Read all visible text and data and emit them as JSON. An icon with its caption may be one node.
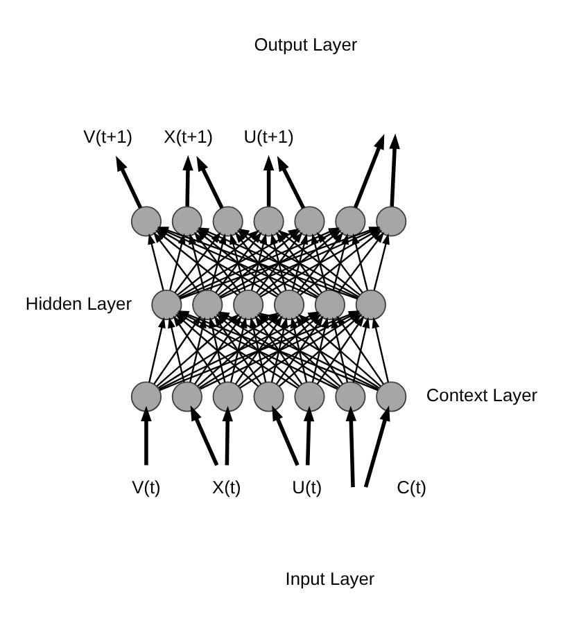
{
  "diagram": {
    "nodes": [
      {
        "text": [
          "V(t+1)"
        ]
      },
      {
        "text": [
          "X(t+1)"
        ]
      },
      {
        "text": [
          "U(t+1)"
        ]
      },
      {
        "text": [],
        "shape": "circle"
      },
      {
        "text": [],
        "shape": "circle"
      },
      {
        "text": [],
        "shape": "circle"
      },
      {
        "text": [],
        "shape": "circle"
      },
      {
        "text": [],
        "shape": "circle"
      },
      {
        "text": [],
        "shape": "circle"
      },
      {
        "text": [],
        "shape": "circle"
      },
      {
        "text": [],
        "shape": "circle"
      },
      {
        "text": [],
        "shape": "circle"
      },
      {
        "text": [],
        "shape": "circle"
      },
      {
        "text": [],
        "shape": "circle"
      },
      {
        "text": [],
        "shape": "circle"
      },
      {
        "text": [],
        "shape": "circle"
      },
      {
        "text": [],
        "shape": "circle"
      },
      {
        "text": [],
        "shape": "circle"
      },
      {
        "text": [],
        "shape": "circle"
      },
      {
        "text": [],
        "shape": "circle"
      },
      {
        "text": [],
        "shape": "circle"
      },
      {
        "text": [],
        "shape": "circle"
      },
      {
        "text": [],
        "shape": "circle"
      },
      {
        "text": [
          "V(t)"
        ]
      },
      {
        "text": [
          "X(t)"
        ]
      },
      {
        "text": [
          "U(t)"
        ]
      }
    ],
    "edges": [
      {
        "from": 3,
        "to": 0,
        "arrow": "to",
        "style": "thick"
      },
      {
        "from": 4,
        "to": 1,
        "arrow": "to",
        "style": "thick"
      },
      {
        "from": 5,
        "to": 1,
        "arrow": "to",
        "style": "thick"
      },
      {
        "from": 6,
        "to": 2,
        "arrow": "to",
        "style": "thick"
      },
      {
        "from": 7,
        "to": 2,
        "arrow": "to",
        "style": "thick"
      },
      {
        "from": 8,
        "to": null,
        "arrow": "to",
        "style": "thick"
      },
      {
        "from": 9,
        "to": null,
        "arrow": "to",
        "style": "thick"
      },
      {
        "from": 10,
        "to": 3,
        "arrow": "to"
      },
      {
        "from": 10,
        "to": 4,
        "arrow": "to"
      },
      {
        "from": 10,
        "to": 5,
        "arrow": "to"
      },
      {
        "from": 10,
        "to": 6,
        "arrow": "to"
      },
      {
        "from": 10,
        "to": 7,
        "arrow": "to"
      },
      {
        "from": 10,
        "to": 8,
        "arrow": "to"
      },
      {
        "from": 10,
        "to": 9,
        "arrow": "to"
      },
      {
        "from": 11,
        "to": 3,
        "arrow": "to"
      },
      {
        "from": 11,
        "to": 4,
        "arrow": "to"
      },
      {
        "from": 11,
        "to": 5,
        "arrow": "to"
      },
      {
        "from": 11,
        "to": 6,
        "arrow": "to"
      },
      {
        "from": 11,
        "to": 7,
        "arrow": "to"
      },
      {
        "from": 11,
        "to": 8,
        "arrow": "to"
      },
      {
        "from": 11,
        "to": 9,
        "arrow": "to"
      },
      {
        "from": 12,
        "to": 3,
        "arrow": "to"
      },
      {
        "from": 12,
        "to": 4,
        "arrow": "to"
      },
      {
        "from": 12,
        "to": 5,
        "arrow": "to"
      },
      {
        "from": 12,
        "to": 6,
        "arrow": "to"
      },
      {
        "from": 12,
        "to": 7,
        "arrow": "to"
      },
      {
        "from": 12,
        "to": 8,
        "arrow": "to"
      },
      {
        "from": 12,
        "to": 9,
        "arrow": "to"
      },
      {
        "from": 13,
        "to": 3,
        "arrow": "to"
      },
      {
        "from": 13,
        "to": 4,
        "arrow": "to"
      },
      {
        "from": 13,
        "to": 5,
        "arrow": "to"
      },
      {
        "from": 13,
        "to": 6,
        "arrow": "to"
      },
      {
        "from": 13,
        "to": 7,
        "arrow": "to"
      },
      {
        "from": 13,
        "to": 8,
        "arrow": "to"
      },
      {
        "from": 13,
        "to": 9,
        "arrow": "to"
      },
      {
        "from": 14,
        "to": 3,
        "arrow": "to"
      },
      {
        "from": 14,
        "to": 4,
        "arrow": "to"
      },
      {
        "from": 14,
        "to": 5,
        "arrow": "to"
      },
      {
        "from": 14,
        "to": 6,
        "arrow": "to"
      },
      {
        "from": 14,
        "to": 7,
        "arrow": "to"
      },
      {
        "from": 14,
        "to": 8,
        "arrow": "to"
      },
      {
        "from": 14,
        "to": 9,
        "arrow": "to"
      },
      {
        "from": 15,
        "to": 3,
        "arrow": "to"
      },
      {
        "from": 15,
        "to": 4,
        "arrow": "to"
      },
      {
        "from": 15,
        "to": 5,
        "arrow": "to"
      },
      {
        "from": 15,
        "to": 6,
        "arrow": "to"
      },
      {
        "from": 15,
        "to": 7,
        "arrow": "to"
      },
      {
        "from": 15,
        "to": 8,
        "arrow": "to"
      },
      {
        "from": 15,
        "to": 9,
        "arrow": "to"
      },
      {
        "from": 16,
        "to": 10,
        "arrow": "to"
      },
      {
        "from": 16,
        "to": 11,
        "arrow": "to"
      },
      {
        "from": 16,
        "to": 12,
        "arrow": "to"
      },
      {
        "from": 16,
        "to": 13,
        "arrow": "to"
      },
      {
        "from": 16,
        "to": 14,
        "arrow": "to"
      },
      {
        "from": 16,
        "to": 15,
        "arrow": "to"
      },
      {
        "from": 17,
        "to": 10,
        "arrow": "to"
      },
      {
        "from": 17,
        "to": 11,
        "arrow": "to"
      },
      {
        "from": 17,
        "to": 12,
        "arrow": "to"
      },
      {
        "from": 17,
        "to": 13,
        "arrow": "to"
      },
      {
        "from": 17,
        "to": 14,
        "arrow": "to"
      },
      {
        "from": 17,
        "to": 15,
        "arrow": "to"
      },
      {
        "from": 18,
        "to": 10,
        "arrow": "to"
      },
      {
        "from": 18,
        "to": 11,
        "arrow": "to"
      },
      {
        "from": 18,
        "to": 12,
        "arrow": "to"
      },
      {
        "from": 18,
        "to": 13,
        "arrow": "to"
      },
      {
        "from": 18,
        "to": 14,
        "arrow": "to"
      },
      {
        "from": 18,
        "to": 15,
        "arrow": "to"
      },
      {
        "from": 19,
        "to": 10,
        "arrow": "to"
      },
      {
        "from": 19,
        "to": 11,
        "arrow": "to"
      },
      {
        "from": 19,
        "to": 12,
        "arrow": "to"
      },
      {
        "from": 19,
        "to": 13,
        "arrow": "to"
      },
      {
        "from": 19,
        "to": 14,
        "arrow": "to"
      },
      {
        "from": 19,
        "to": 15,
        "arrow": "to"
      },
      {
        "from": 20,
        "to": 10,
        "arrow": "to"
      },
      {
        "from": 20,
        "to": 11,
        "arrow": "to"
      },
      {
        "from": 20,
        "to": 12,
        "arrow": "to"
      },
      {
        "from": 20,
        "to": 13,
        "arrow": "to"
      },
      {
        "from": 20,
        "to": 14,
        "arrow": "to"
      },
      {
        "from": 20,
        "to": 15,
        "arrow": "to"
      },
      {
        "from": 21,
        "to": 10,
        "arrow": "to"
      },
      {
        "from": 21,
        "to": 11,
        "arrow": "to"
      },
      {
        "from": 21,
        "to": 12,
        "arrow": "to"
      },
      {
        "from": 21,
        "to": 13,
        "arrow": "to"
      },
      {
        "from": 21,
        "to": 14,
        "arrow": "to"
      },
      {
        "from": 21,
        "to": 15,
        "arrow": "to"
      },
      {
        "from": 22,
        "to": 10,
        "arrow": "to"
      },
      {
        "from": 22,
        "to": 11,
        "arrow": "to"
      },
      {
        "from": 22,
        "to": 12,
        "arrow": "to"
      },
      {
        "from": 22,
        "to": 13,
        "arrow": "to"
      },
      {
        "from": 22,
        "to": 14,
        "arrow": "to"
      },
      {
        "from": 22,
        "to": 15,
        "arrow": "to"
      },
      {
        "from": 23,
        "to": 16,
        "arrow": "to",
        "style": "thick"
      },
      {
        "from": 24,
        "to": 17,
        "arrow": "to",
        "style": "thick"
      },
      {
        "from": 24,
        "to": 18,
        "arrow": "to",
        "style": "thick"
      },
      {
        "from": 25,
        "to": 19,
        "arrow": "to",
        "style": "thick"
      },
      {
        "from": 25,
        "to": 20,
        "arrow": "to",
        "style": "thick"
      },
      {
        "from": null,
        "to": 21,
        "arrow": "to",
        "style": "thick"
      },
      {
        "from": null,
        "to": 22,
        "arrow": "to",
        "style": "thick"
      }
    ],
    "labels": [
      "Output Layer",
      "Hidden Layer",
      "Context Layer",
      "C(t)",
      "Input Layer"
    ]
  }
}
